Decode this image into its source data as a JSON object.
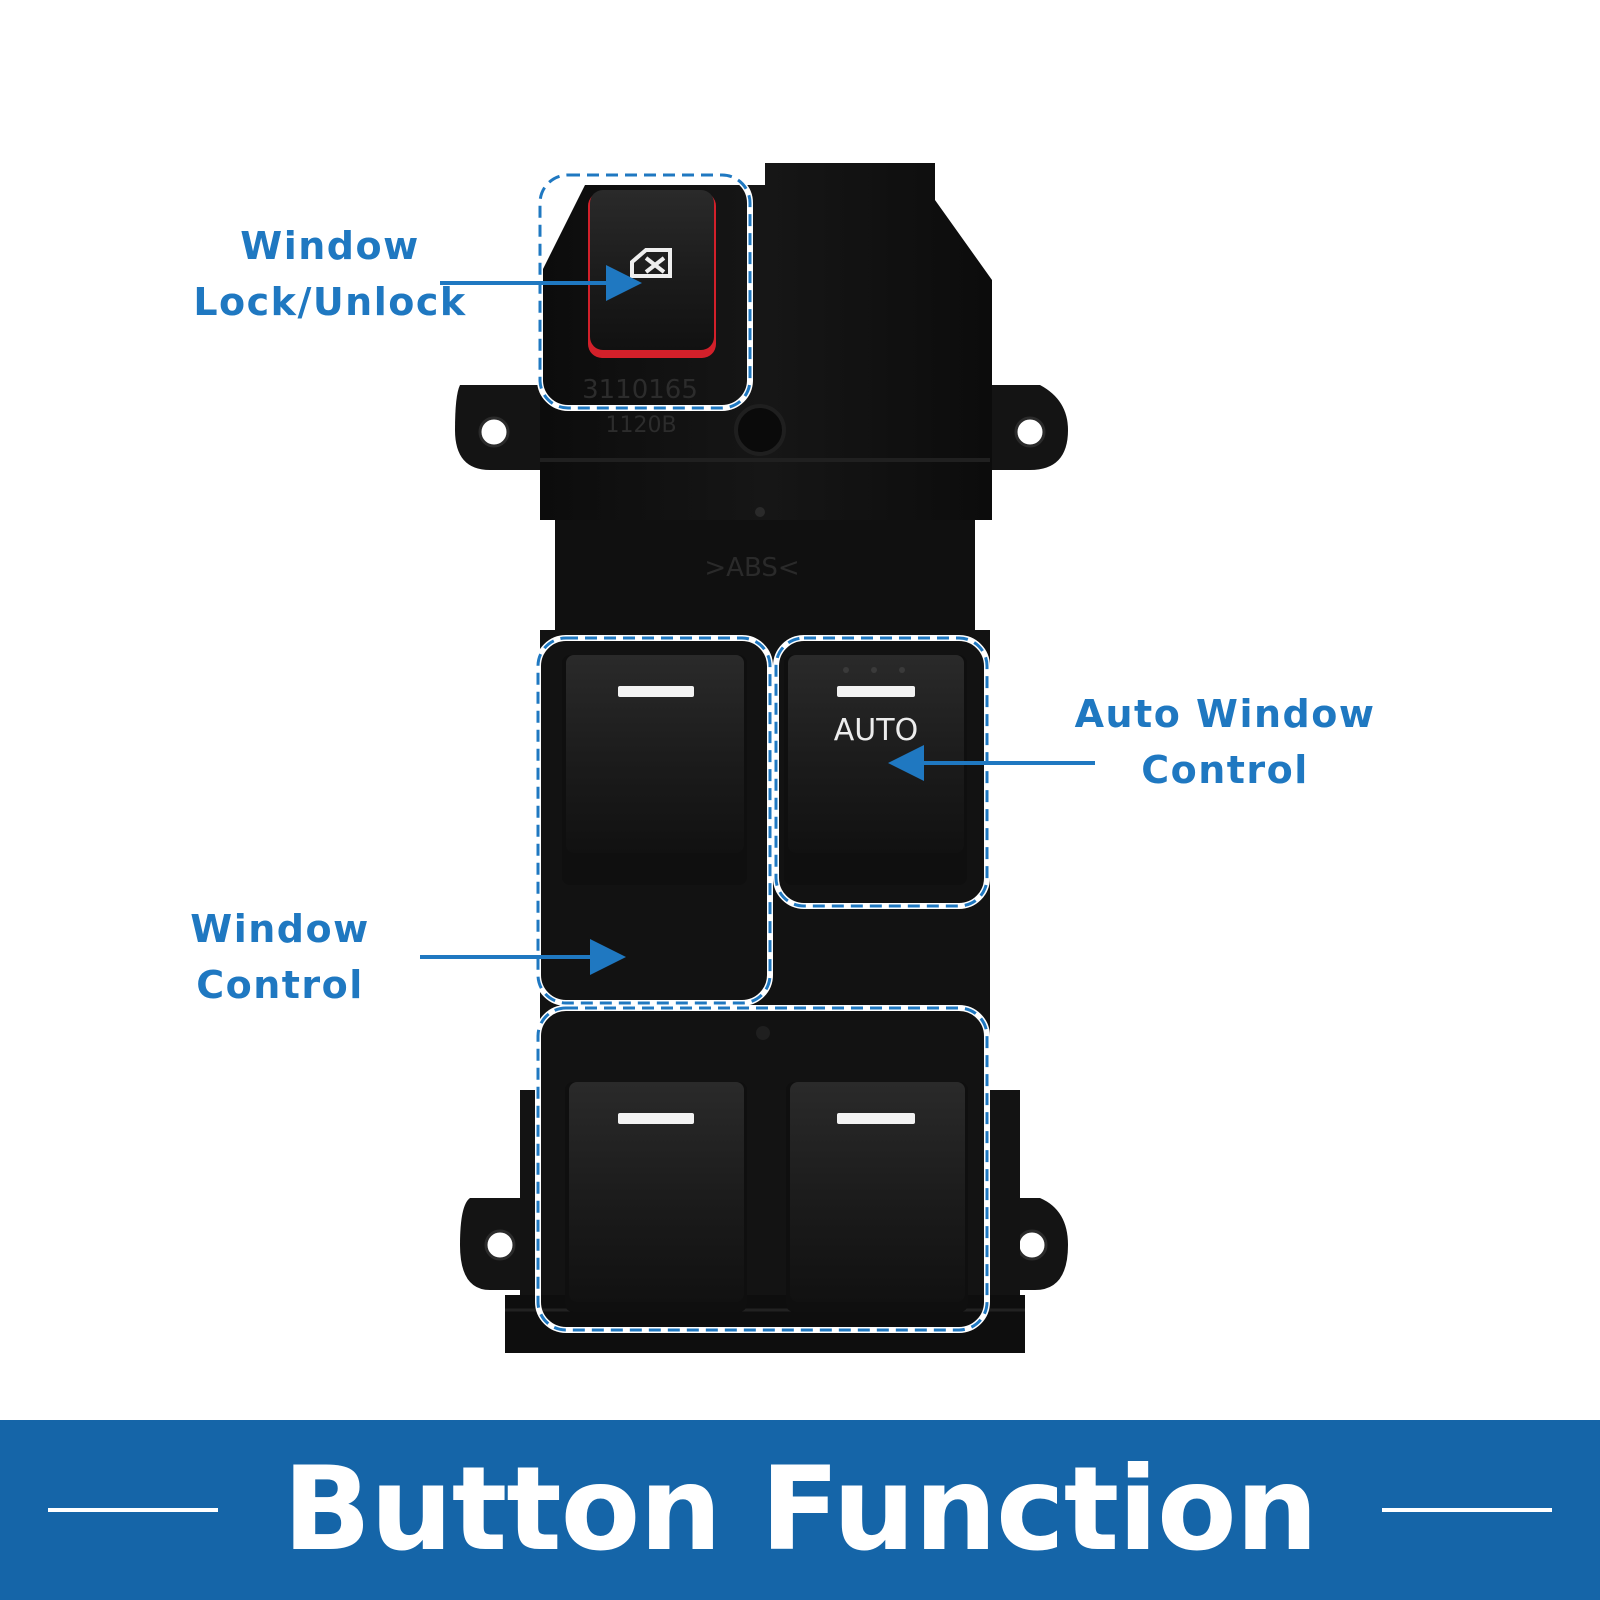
{
  "colors": {
    "accent": "#1f78c1",
    "banner": "#1565a8",
    "panel": "#121212",
    "lock_button_trim": "#d3202a",
    "indicator": "#f2f2f2"
  },
  "callouts": {
    "window_lock": {
      "line1": "Window",
      "line2": "Lock/Unlock"
    },
    "auto_window": {
      "line1": "Auto Window",
      "line2": "Control"
    },
    "window_control": {
      "line1": "Window",
      "line2": "Control"
    }
  },
  "switch_panel": {
    "auto_label": "AUTO",
    "part_number": "3110165",
    "date_code": "1120B",
    "material_mark": ">ABS<",
    "lock_icon": "window-lock-icon"
  },
  "footer": {
    "title": "Button Function"
  }
}
